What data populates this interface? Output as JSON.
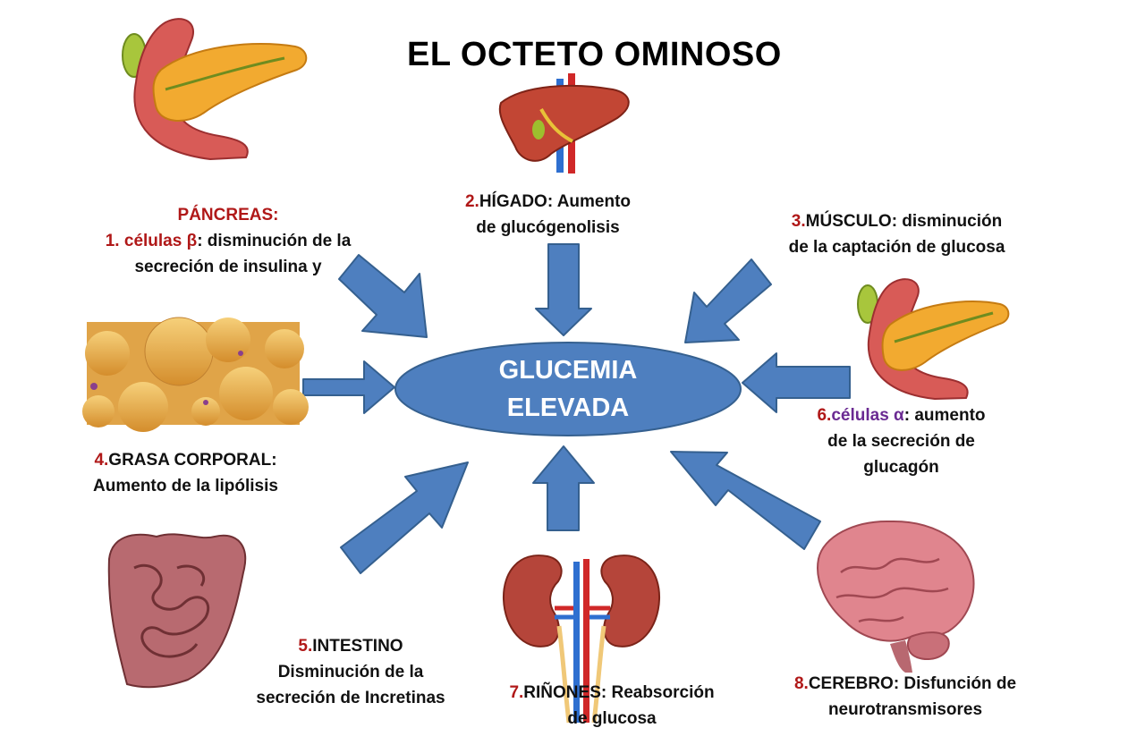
{
  "title": "EL OCTETO OMINOSO",
  "center": {
    "line1": "GLUCEMIA",
    "line2": "ELEVADA"
  },
  "colors": {
    "arrow": "#4e7fbf",
    "arrow_stroke": "#35608f",
    "ellipse": "#4e7fbf",
    "number": "#b01818",
    "alpha_label": "#6a2a92"
  },
  "factors": {
    "pancreas": {
      "header": "PÁNCREAS:",
      "number": "1.",
      "cell": "células β",
      "line1_rest": ": disminución  de la",
      "line2": "secreción de insulina  y"
    },
    "higado": {
      "number": "2.",
      "line1": "HÍGADO: Aumento",
      "line2": "de glucógenolisis"
    },
    "musculo": {
      "number": "3.",
      "line1": "MÚSCULO: disminución",
      "line2": "de la captación  de glucosa"
    },
    "grasa": {
      "number": "4.",
      "line1": "GRASA CORPORAL:",
      "line2": "Aumento de la lipólisis"
    },
    "intestino": {
      "number": "5.",
      "line1": "INTESTINO",
      "line2": "Disminución  de la",
      "line3": "secreción de Incretinas"
    },
    "alfa": {
      "number": "6.",
      "cell": "células α",
      "line1_rest": ": aumento",
      "line2": "de la secreción  de",
      "line3": "glucagón"
    },
    "rinones": {
      "number": "7.",
      "line1": "RIÑONES: Reabsorción",
      "line2": "de glucosa"
    },
    "cerebro": {
      "number": "8.",
      "line1": "CEREBRO: Disfunción  de",
      "line2": "neurotransmisores"
    }
  },
  "icons": [
    "pancreas-illustration",
    "liver-illustration",
    "pancreas-alpha-illustration",
    "fat-cells-photo",
    "intestine-illustration",
    "kidneys-illustration",
    "brain-illustration"
  ]
}
